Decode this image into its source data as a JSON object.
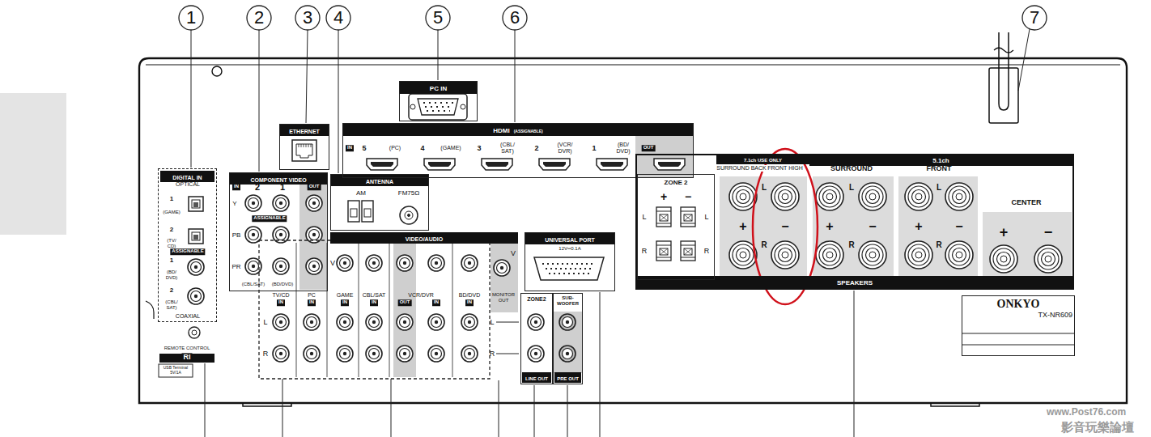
{
  "diagram": {
    "nodes": [
      {
        "text": [
          "DIGITAL IN"
        ]
      },
      {
        "text": [
          "COMPONENT VIDEO"
        ]
      },
      {
        "text": [
          "ETHERNET"
        ]
      },
      {
        "text": [
          "ANTENNA"
        ]
      },
      {
        "text": [
          "PC IN"
        ]
      },
      {
        "text": [
          "HDMI",
          "(ASSIGNABLE)"
        ]
      },
      {
        "text": [
          "VIDEO/AUDIO"
        ]
      },
      {
        "text": [
          "UNIVERSAL PORT"
        ]
      },
      {
        "text": [
          "ZONE2",
          "LINE OUT"
        ]
      },
      {
        "text": [
          "SUB-WOOFER",
          "PRE OUT"
        ]
      },
      {
        "text": [
          "SPEAKERS"
        ]
      },
      {
        "text": [
          "ZONE 2"
        ],
        "in": 10
      },
      {
        "text": [
          "7.1ch USE ONLY"
        ],
        "in": 10
      },
      {
        "text": [
          "5.1ch"
        ],
        "in": 10
      },
      {
        "text": [
          "ONKYO",
          "TX-NR609"
        ]
      }
    ],
    "labels": [
      "1",
      "2",
      "3",
      "4",
      "5",
      "6",
      "7",
      "OPTICAL",
      "1",
      "(GAME)",
      "2",
      "(TV/ CD)",
      "ASSIGNABLE",
      "1",
      "(BD/ DVD)",
      "2",
      "(CBL/ SAT)",
      "COAXIAL",
      "REMOTE CONTROL",
      "RI",
      "USB Terminal 5V/1A",
      "IN",
      "2",
      "1",
      "OUT",
      "Y",
      "ASSIGNABLE",
      "PB",
      "PR",
      "(CBL/SAT)",
      "(BD/DVD)",
      "AM",
      "FM75Ω",
      "IN",
      "5",
      "(PC)",
      "4",
      "(GAME)",
      "3",
      "(CBL/ SAT)",
      "2",
      "(VCR/ DVR)",
      "1",
      "(BD/ DVD)",
      "OUT",
      "V",
      "TV/CD",
      "IN",
      "PC",
      "IN",
      "GAME",
      "IN",
      "CBL/SAT",
      "IN",
      "VCR/DVR",
      "OUT",
      "IN",
      "BD/DVD",
      "IN",
      "L",
      "R",
      "V",
      "MONITOR OUT",
      "L",
      "R",
      "12V═0.1A",
      "+",
      "−",
      "L",
      "L",
      "R",
      "R",
      "SURROUND BACK",
      "FRONT HIGH",
      "L",
      "+",
      "−",
      "R",
      "SURROUND",
      "L",
      "+",
      "−",
      "R",
      "FRONT",
      "L",
      "+",
      "−",
      "R",
      "CENTER",
      "+",
      "−",
      "www.Post76.com",
      "影音玩樂論壇"
    ]
  }
}
